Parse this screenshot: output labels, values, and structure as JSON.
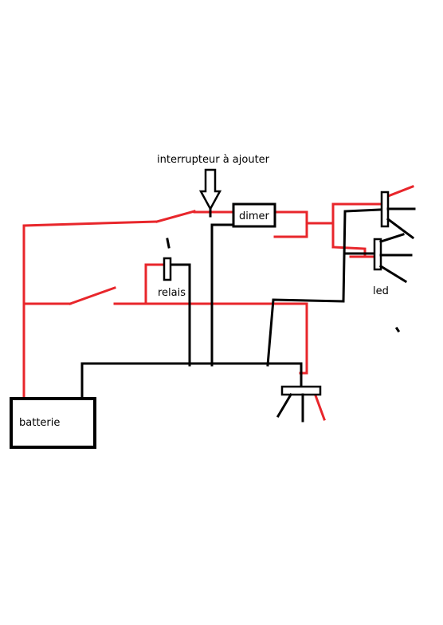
{
  "labels": {
    "switch_to_add": "interrupteur à ajouter",
    "dimmer": "dimer",
    "relay": "relais",
    "led": "led",
    "battery": "batterie"
  },
  "colors": {
    "positive_wire": "#e8262b",
    "ground_wire": "#000000",
    "background": "#ffffff"
  },
  "icons": {
    "pointer": "down-arrow-icon"
  }
}
